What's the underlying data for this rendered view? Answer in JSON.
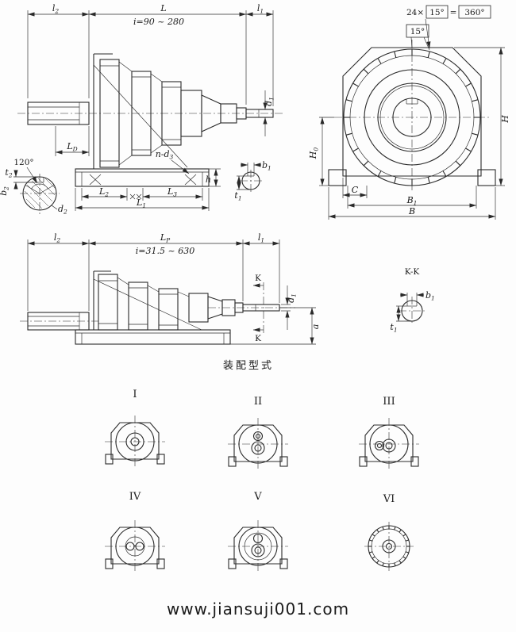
{
  "colors": {
    "line": "#2a2a2a",
    "text": "#1a1a1a",
    "watermark": "#8888cf"
  },
  "watermark": {
    "text": "www.jiansuji001.com"
  },
  "assembly": {
    "title": "装配型式",
    "variants": [
      "I",
      "II",
      "III",
      "IV",
      "V",
      "VI"
    ]
  },
  "view1": {
    "ratio": "i=90 ~ 280",
    "l2": {
      "base": "l",
      "sub": "2"
    },
    "L": "L",
    "l1": {
      "base": "l",
      "sub": "1"
    },
    "d1": {
      "base": "d",
      "sub": "1"
    },
    "LD": {
      "base": "L",
      "sub": "D"
    },
    "nd3": {
      "base": "n-d",
      "sub": "3"
    },
    "L2": {
      "base": "L",
      "sub": "2"
    },
    "L3": {
      "base": "L",
      "sub": "3"
    },
    "L1": {
      "base": "L",
      "sub": "1"
    },
    "h": "h",
    "angle": "120°",
    "t2": {
      "base": "t",
      "sub": "2"
    },
    "b2": {
      "base": "b",
      "sub": "2"
    },
    "d2": {
      "base": "d",
      "sub": "2"
    },
    "b1": {
      "base": "b",
      "sub": "1"
    },
    "t1": {
      "base": "t",
      "sub": "1"
    }
  },
  "view2": {
    "callout_prefix": "24×",
    "callout_boxed1": "15°",
    "callout_eq": "=",
    "callout_boxed2": "360°",
    "angle_label": "15°",
    "H": "H",
    "H0": {
      "base": "H",
      "sub": "0"
    },
    "C": "C",
    "B1": {
      "base": "B",
      "sub": "1"
    },
    "B": "B"
  },
  "view3": {
    "ratio": "i=31.5 ~ 630",
    "l2": {
      "base": "l",
      "sub": "2"
    },
    "LP": {
      "base": "L",
      "sub": "P"
    },
    "l1": {
      "base": "l",
      "sub": "1"
    },
    "d1": {
      "base": "d",
      "sub": "1"
    },
    "a": "a",
    "K": "K"
  },
  "kk": {
    "title": "K-K",
    "b1": {
      "base": "b",
      "sub": "1"
    },
    "t1": {
      "base": "t",
      "sub": "1"
    }
  }
}
